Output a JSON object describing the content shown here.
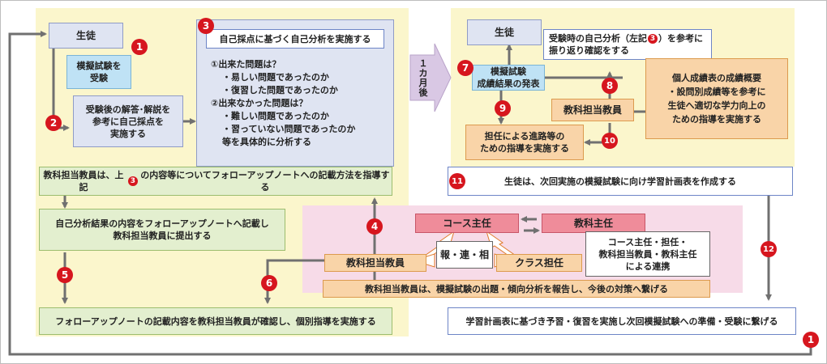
{
  "colors": {
    "left_bg": "#fbf6cc",
    "right_bg": "#fbf6cc",
    "pink_bg": "#f7dbe8",
    "badge": "#d6161e",
    "arrow": "#707070",
    "transition_arrow": "#d9c8e4"
  },
  "boxes": {
    "student_left": "生徒",
    "mock_exam": "模擬試験を\n受験",
    "self_scoring": "受験後の解答･解説を\n参考に自己採点を\n実施する",
    "self_analysis_title": "自己採点に基づく自己分析を実施する",
    "q1": "①出来た問題は？",
    "q1a": "・易しい問題であったのか",
    "q1b": "・復習した問題であったのか",
    "q2": "②出来なかった問題は？",
    "q2a": "・難しい問題であったのか",
    "q2b": "・習っていない問題であったのか",
    "q2c": "等を具体的に分析する",
    "teacher_guidance_a": "教科担当教員は、上記",
    "teacher_guidance_num": "3",
    "teacher_guidance_b": "の内容等についてフォローアップノートへの記載方法を指導する",
    "record_submit": "自己分析結果の内容をフォローアップノートへ記載し\n教科担当教員に提出する",
    "followup_check": "フォローアップノートの記載内容を教科担当教員が確認し、個別指導を実施する",
    "one_month": "１\nカ\n月\n後",
    "student_right": "生徒",
    "reflection_a": "受験時の自己分析（左記",
    "reflection_num": "3",
    "reflection_b": "）を参考に\n振り返り確認をする",
    "results_presentation": "模擬試験\n成績結果の発表",
    "teacher_right": "教科担当教員",
    "individual_report": "個人成績表の成績概要\n・設問別成績等を参考に\n生徒へ適切な学力向上の\nための指導を実施する",
    "homeroom_guidance": "担任による進路等の\nための指導を実施する",
    "study_plan": "生徒は、次回実施の模擬試験に向け学習計画表を作成する",
    "course_head": "コース主任",
    "subject_head": "教科主任",
    "report_link": "報・連・相",
    "subject_teacher_mid": "教科担当教員",
    "class_teacher": "クラス担任",
    "cooperation": "コース主任・担任・\n教科担当教員・教科主任\nによる連携",
    "analysis_report": "教科担当教員は、模擬試験の出題・傾向分析を報告し、今後の対策へ繋げる",
    "prepare_next": "学習計画表に基づき予習・復習を実施し次回模擬試験への準備・受験に繋げる"
  },
  "badges": [
    "1",
    "2",
    "3",
    "4",
    "5",
    "6",
    "7",
    "8",
    "9",
    "10",
    "11",
    "12",
    "1"
  ]
}
